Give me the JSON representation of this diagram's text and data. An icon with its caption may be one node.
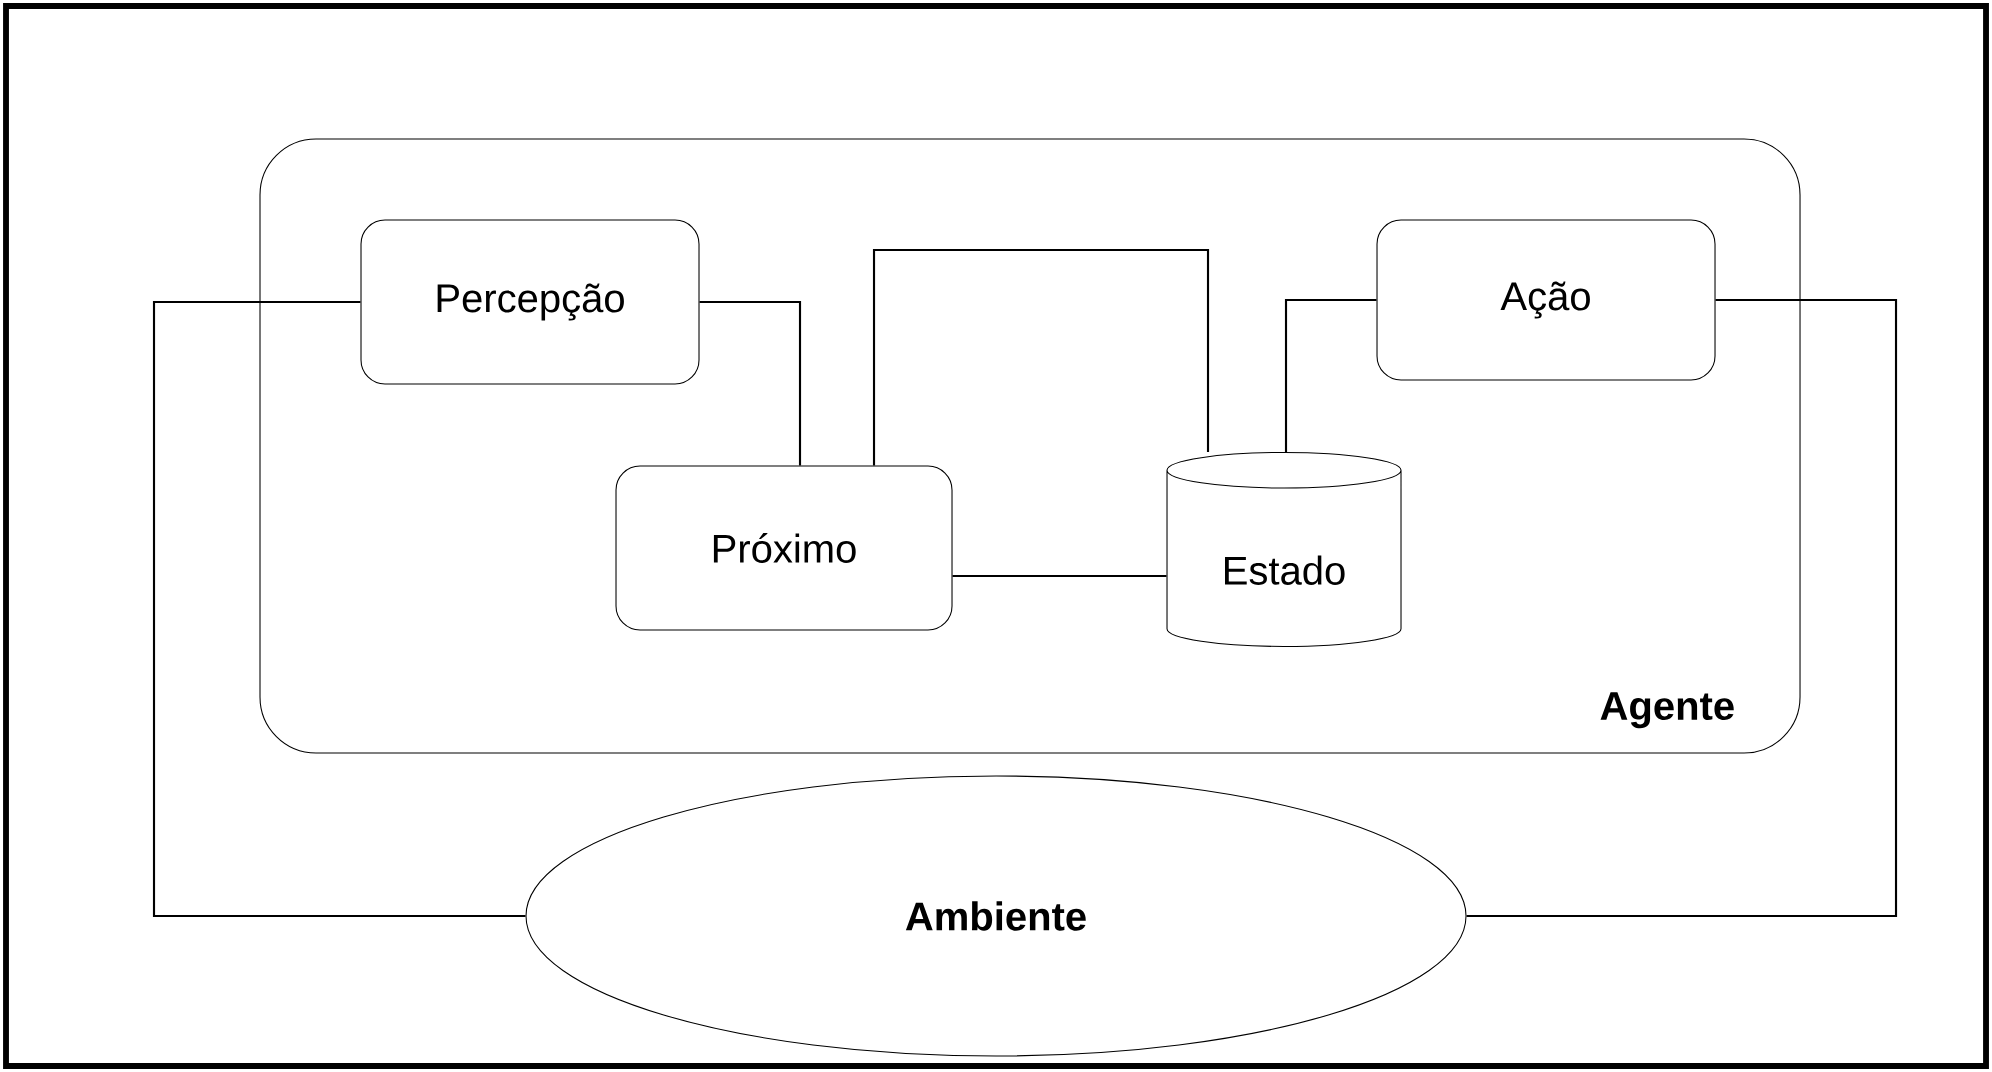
{
  "diagram": {
    "nodes": [
      {
        "text": [
          "Agente"
        ]
      },
      {
        "text": [
          "Percepção"
        ],
        "in": 0
      },
      {
        "text": [
          "Ação"
        ],
        "in": 0
      },
      {
        "text": [
          "Próximo"
        ],
        "in": 0
      },
      {
        "text": [
          "Estado"
        ],
        "in": 0
      },
      {
        "text": [
          "Ambiente"
        ]
      }
    ],
    "edges": [
      {
        "from": 1,
        "to": 5,
        "arrow": "none"
      },
      {
        "from": 1,
        "to": 3,
        "arrow": "none"
      },
      {
        "from": 3,
        "to": 4,
        "arrow": "none"
      },
      {
        "from": 3,
        "to": 4,
        "arrow": "none"
      },
      {
        "from": 4,
        "to": 2,
        "arrow": "none"
      },
      {
        "from": 2,
        "to": 5,
        "arrow": "none"
      }
    ]
  }
}
